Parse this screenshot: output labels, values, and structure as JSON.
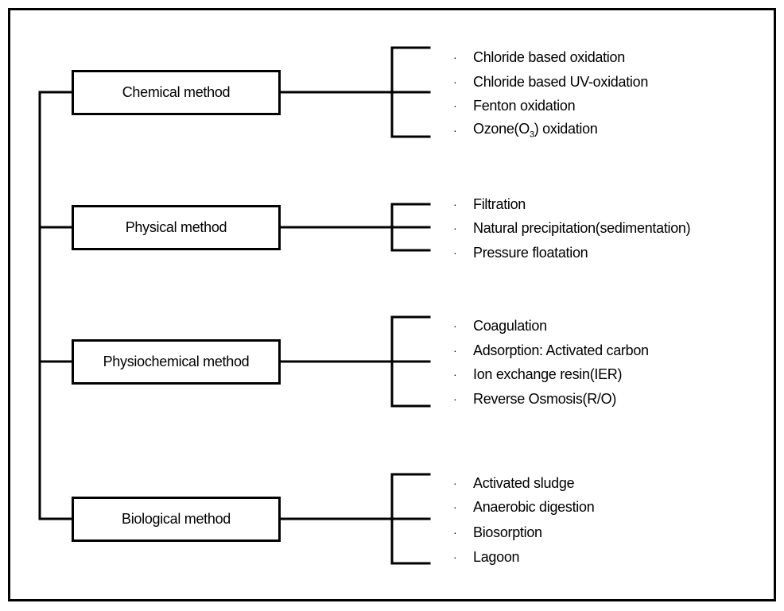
{
  "groups": [
    {
      "title": "Chemical method",
      "items": [
        {
          "text": "Chloride based oxidation"
        },
        {
          "text": "Chloride based UV-oxidation"
        },
        {
          "text": "Fenton oxidation"
        },
        {
          "text_pre": "Ozone(O",
          "text_sub": "3",
          "text_post": ") oxidation"
        }
      ]
    },
    {
      "title": "Physical method",
      "items": [
        {
          "text": "Filtration"
        },
        {
          "text": "Natural precipitation(sedimentation)"
        },
        {
          "text": "Pressure floatation"
        }
      ]
    },
    {
      "title": "Physiochemical method",
      "items": [
        {
          "text": "Coagulation"
        },
        {
          "text": "Adsorption: Activated carbon"
        },
        {
          "text": "Ion exchange resin(IER)"
        },
        {
          "text": "Reverse Osmosis(R/O)"
        }
      ]
    },
    {
      "title": "Biological method",
      "items": [
        {
          "text": "Activated sludge"
        },
        {
          "text": "Anaerobic digestion"
        },
        {
          "text": "Biosorption"
        },
        {
          "text": "Lagoon"
        }
      ]
    }
  ],
  "bullet": "·"
}
